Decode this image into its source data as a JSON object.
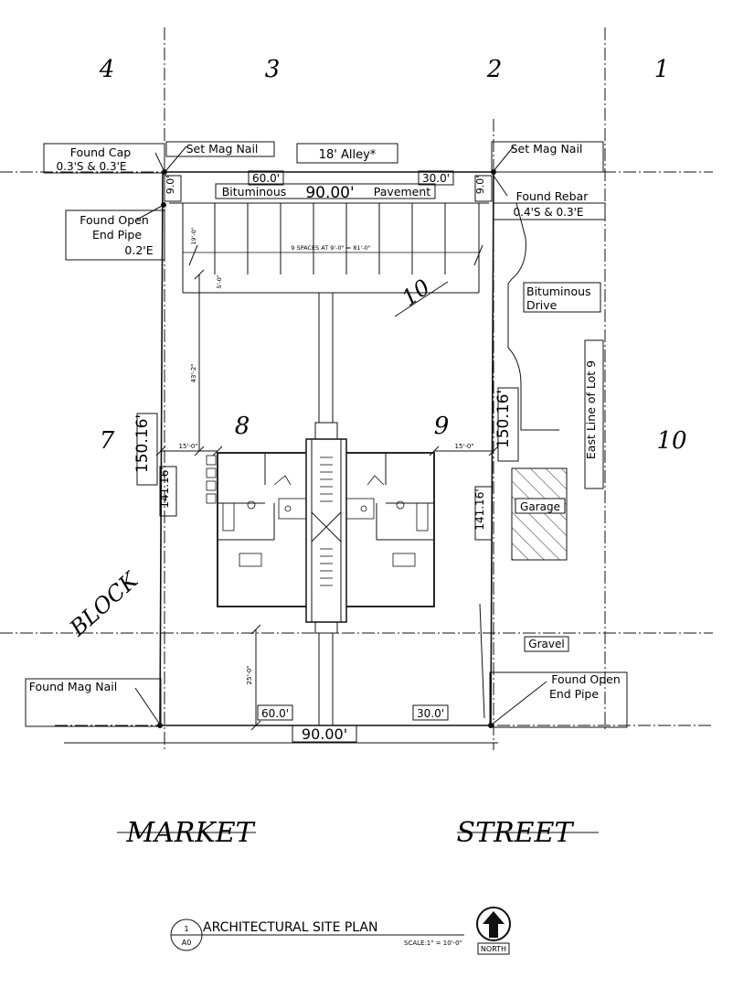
{
  "lots": {
    "top": [
      "4",
      "3",
      "2",
      "1"
    ],
    "left": "7",
    "right": "10",
    "unit_left": "8",
    "unit_right": "9",
    "parking": "10"
  },
  "alley": {
    "label": "18'  Alley*",
    "pavement_left": "Bituminous",
    "pavement_right": "Pavement",
    "width_total": "90.00'",
    "seg_left": "60.0'",
    "seg_right": "30.0'",
    "offset_left": "9.0'",
    "offset_right": "9.0'"
  },
  "monuments": {
    "found_cap": [
      "Found Cap",
      "0.3'S & 0.3'E"
    ],
    "set_mag_nail_left": "Set Mag Nail",
    "set_mag_nail_right": "Set Mag Nail",
    "found_rebar": [
      "Found Rebar",
      "0.4'S & 0.3'E"
    ],
    "found_open_pipe_top": [
      "Found Open",
      "End Pipe",
      "0.2'E"
    ],
    "found_mag_nail": "Found Mag Nail",
    "found_open_pipe_bottom": [
      "Found Open",
      "End Pipe"
    ]
  },
  "parking": {
    "spaces": "9 SPACES AT 9'-0\" = 81'-0\"",
    "depth": "19'-0\"",
    "aisle": "5'-0\""
  },
  "dims": {
    "side_total_left": "150.16'",
    "side_total_right": "150.16'",
    "side_inner_left": "141.16'",
    "side_inner_right": "141.16'",
    "setback_parking": "43'-2\"",
    "side_left": "15'-0\"",
    "side_right": "15'-0\"",
    "front_setback": "25'-0\"",
    "street_total": "90.00'",
    "street_left": "60.0'",
    "street_right": "30.0'"
  },
  "labels": {
    "drive": [
      "Bituminous",
      "Drive"
    ],
    "east_line": "East Line of Lot 9",
    "garage": "Garage",
    "gravel": "Gravel",
    "block": "BLOCK",
    "street_a": "MARKET",
    "street_b": "STREET"
  },
  "title_block": {
    "number": "1",
    "sheet": "A0",
    "title": "ARCHITECTURAL SITE PLAN",
    "scale": "SCALE:1\" = 10'-0\"",
    "north": "NORTH"
  }
}
